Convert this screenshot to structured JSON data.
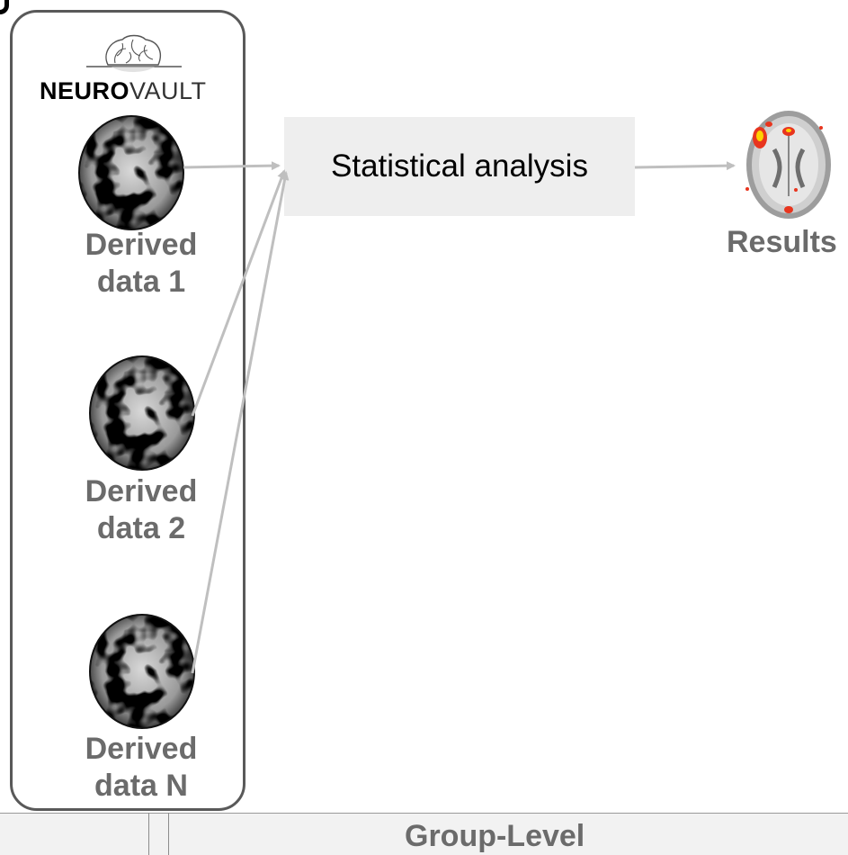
{
  "logo": {
    "bold": "NEURO",
    "light": "VAULT"
  },
  "derived": [
    {
      "line1": "Derived",
      "line2": "data 1"
    },
    {
      "line1": "Derived",
      "line2": "data 2"
    },
    {
      "line1": "Derived",
      "line2": "data N"
    }
  ],
  "analysis": {
    "label": "Statistical analysis"
  },
  "results": {
    "label": "Results"
  },
  "footer": {
    "label": "Group-Level"
  },
  "colors": {
    "box_border": "#595959",
    "arrow": "#bfbfbf",
    "caption": "#6b6b6b",
    "analysis_bg": "#eeeeee",
    "activation": "#e8351e"
  }
}
